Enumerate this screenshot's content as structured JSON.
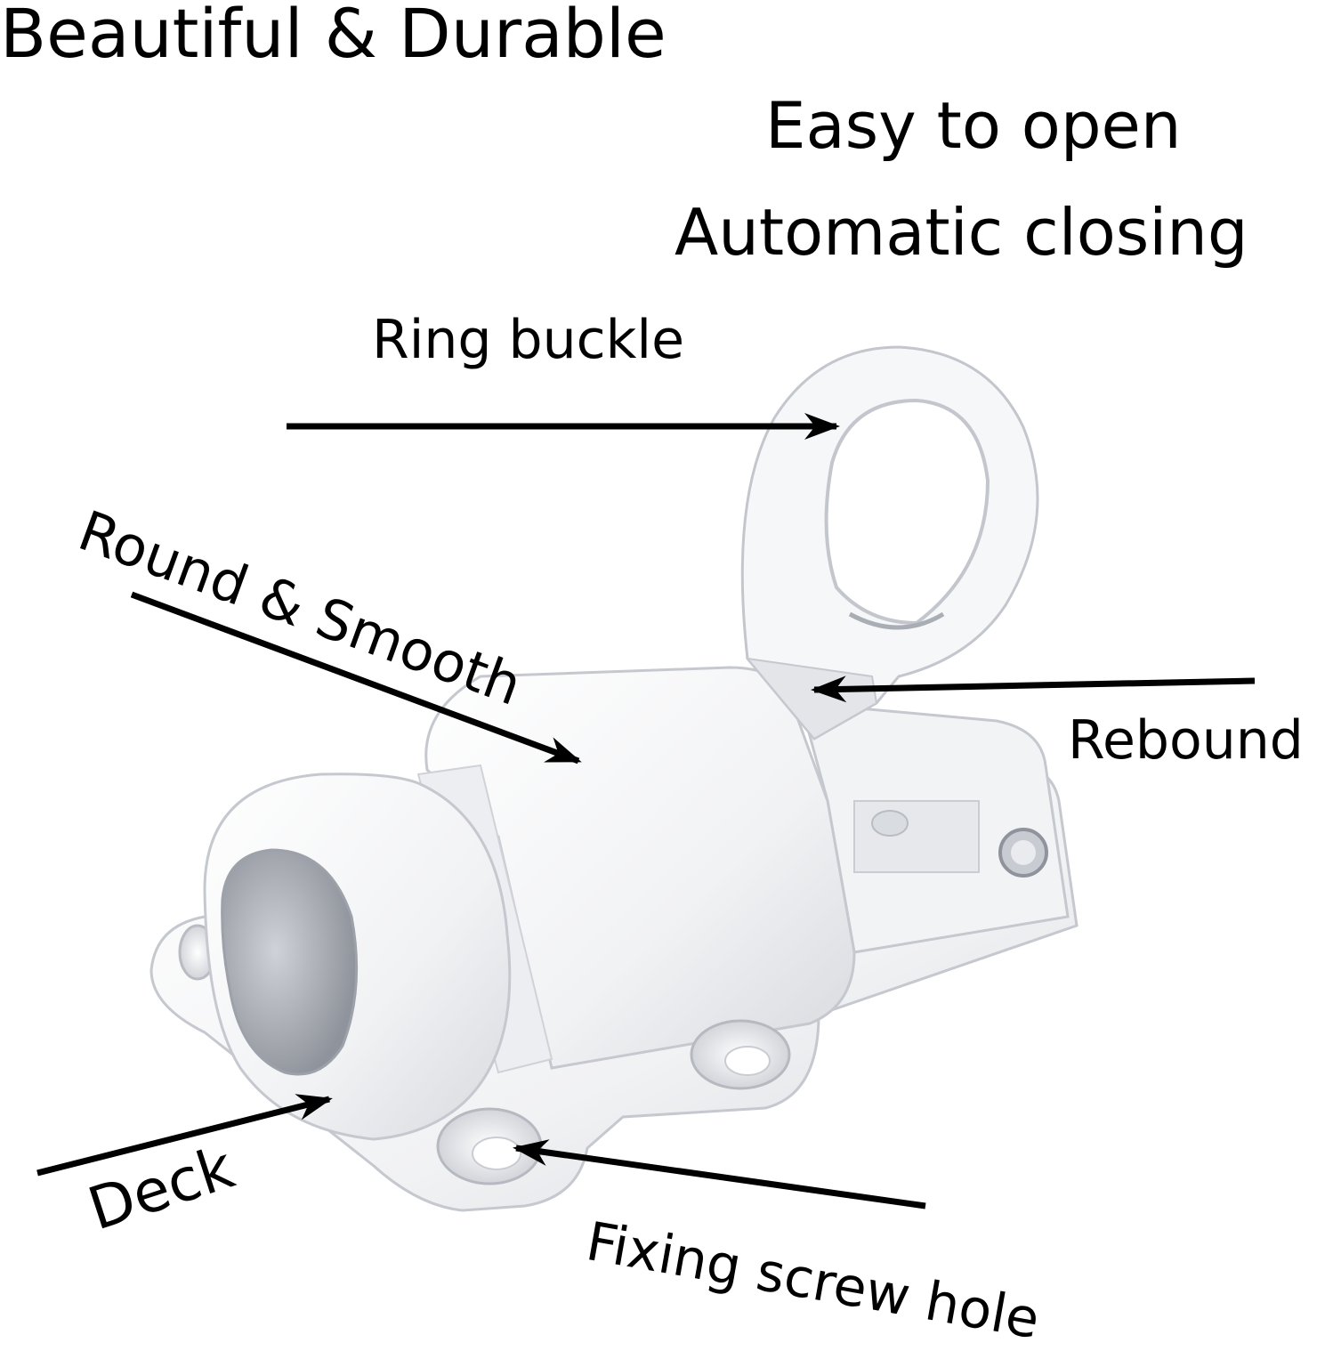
{
  "heading": "Beautiful & Durable",
  "features": [
    "Easy to open",
    "Automatic closing"
  ],
  "callouts": {
    "ring_buckle": "Ring buckle",
    "round_smooth": "Round & Smooth",
    "rebound": "Rebound",
    "deck": "Deck",
    "fixing_screw_hole": "Fixing screw hole"
  },
  "colors": {
    "text": "#000000",
    "product_white": "#f4f4f6",
    "product_shadow": "#d6d8dd",
    "metal_grey": "#b8bcc4"
  }
}
